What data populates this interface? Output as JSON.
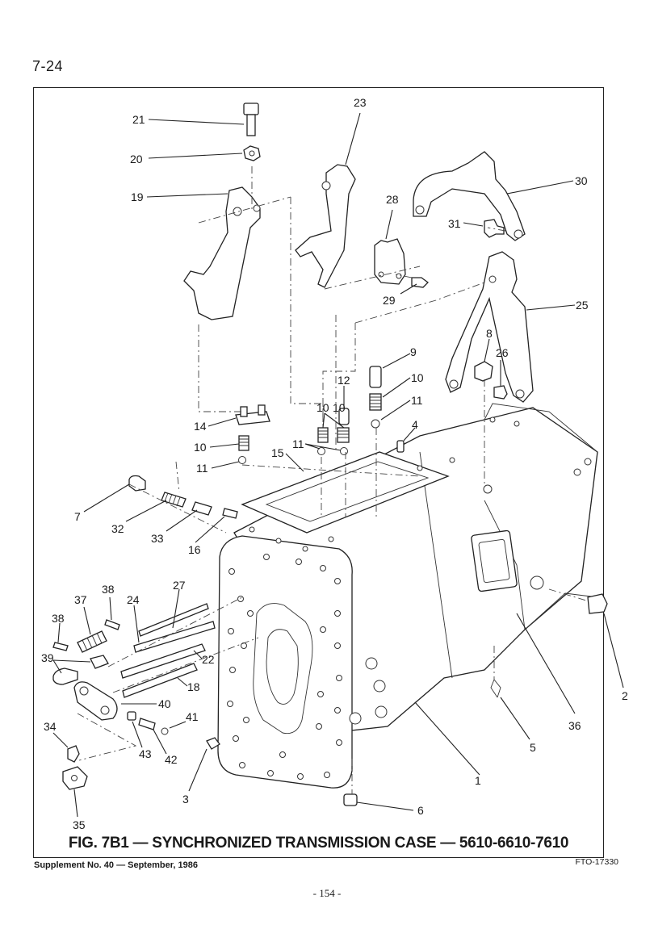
{
  "page": {
    "section_number": "7-24",
    "page_footer": "- 154 -"
  },
  "figure": {
    "caption": "FIG. 7B1 — SYNCHRONIZED TRANSMISSION CASE — 5610-6610-7610",
    "code": "FTO-17330",
    "supplement": "Supplement No. 40 — September, 1986"
  },
  "callouts": [
    {
      "id": "c21",
      "label": "21"
    },
    {
      "id": "c20",
      "label": "20"
    },
    {
      "id": "c19",
      "label": "19"
    },
    {
      "id": "c23",
      "label": "23"
    },
    {
      "id": "c30",
      "label": "30"
    },
    {
      "id": "c28",
      "label": "28"
    },
    {
      "id": "c31",
      "label": "31"
    },
    {
      "id": "c29",
      "label": "29"
    },
    {
      "id": "c25",
      "label": "25"
    },
    {
      "id": "c8",
      "label": "8"
    },
    {
      "id": "c9",
      "label": "9"
    },
    {
      "id": "c26",
      "label": "26"
    },
    {
      "id": "c10a",
      "label": "10"
    },
    {
      "id": "c12",
      "label": "12"
    },
    {
      "id": "c10b",
      "label": "10"
    },
    {
      "id": "c11a",
      "label": "11"
    },
    {
      "id": "c4",
      "label": "4"
    },
    {
      "id": "c14",
      "label": "14"
    },
    {
      "id": "c10c",
      "label": "10"
    },
    {
      "id": "c11b",
      "label": "11"
    },
    {
      "id": "c15",
      "label": "15"
    },
    {
      "id": "c10d",
      "label": "10"
    },
    {
      "id": "c11c",
      "label": "11"
    },
    {
      "id": "c7",
      "label": "7"
    },
    {
      "id": "c32",
      "label": "32"
    },
    {
      "id": "c33",
      "label": "33"
    },
    {
      "id": "c16",
      "label": "16"
    },
    {
      "id": "c27",
      "label": "27"
    },
    {
      "id": "c37",
      "label": "37"
    },
    {
      "id": "c38a",
      "label": "38"
    },
    {
      "id": "c24",
      "label": "24"
    },
    {
      "id": "c38b",
      "label": "38"
    },
    {
      "id": "c39",
      "label": "39"
    },
    {
      "id": "c22",
      "label": "22"
    },
    {
      "id": "c18",
      "label": "18"
    },
    {
      "id": "c40",
      "label": "40"
    },
    {
      "id": "c41",
      "label": "41"
    },
    {
      "id": "c34",
      "label": "34"
    },
    {
      "id": "c43",
      "label": "43"
    },
    {
      "id": "c42",
      "label": "42"
    },
    {
      "id": "c3",
      "label": "3"
    },
    {
      "id": "c35",
      "label": "35"
    },
    {
      "id": "c6",
      "label": "6"
    },
    {
      "id": "c1",
      "label": "1"
    },
    {
      "id": "c5",
      "label": "5"
    },
    {
      "id": "c36",
      "label": "36"
    },
    {
      "id": "c2",
      "label": "2"
    }
  ]
}
